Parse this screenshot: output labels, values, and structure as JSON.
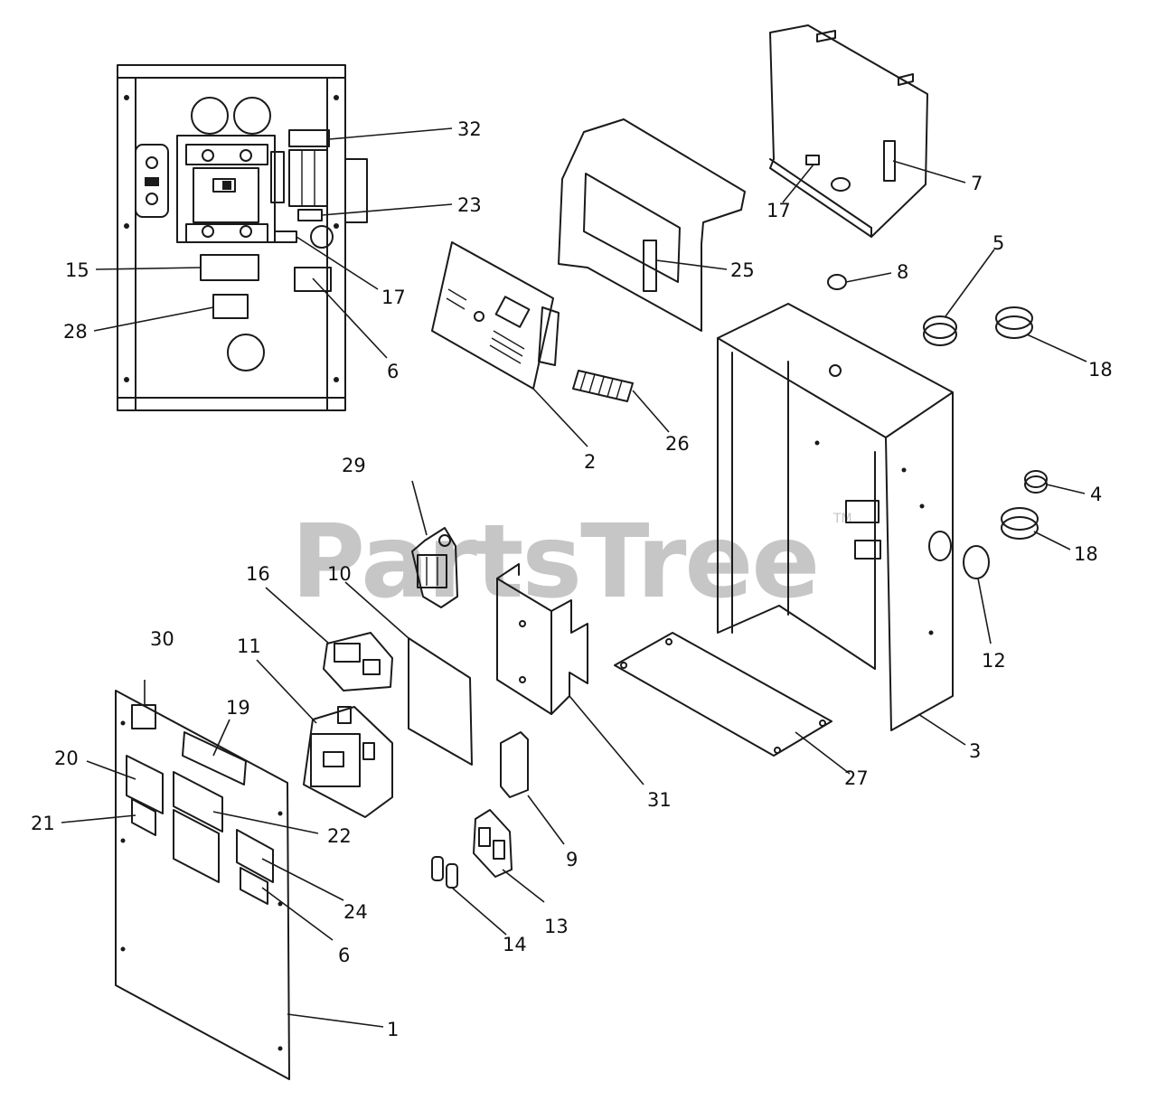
{
  "watermark": {
    "text": "PartsTree",
    "trademark": "TM"
  },
  "callouts": {
    "c32": "32",
    "c23": "23",
    "c15": "15",
    "c17a": "17",
    "c28": "28",
    "c6a": "6",
    "c25": "25",
    "c2": "2",
    "c26": "26",
    "c7": "7",
    "c17b": "17",
    "c8": "8",
    "c5": "5",
    "c18a": "18",
    "c4": "4",
    "c18b": "18",
    "c12": "12",
    "c3": "3",
    "c29": "29",
    "c10": "10",
    "c16": "16",
    "c11": "11",
    "c31": "31",
    "c27": "27",
    "c9": "9",
    "c13": "13",
    "c14": "14",
    "c30": "30",
    "c19": "19",
    "c20": "20",
    "c21": "21",
    "c22": "22",
    "c24": "24",
    "c6b": "6",
    "c1": "1"
  }
}
